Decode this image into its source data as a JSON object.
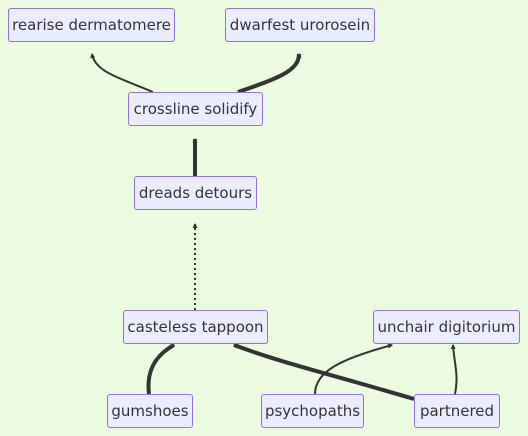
{
  "nodes": {
    "rearise": "rearise dermatomere",
    "dwarfest": "dwarfest urorosein",
    "crossline": "crossline solidify",
    "dreads": "dreads detours",
    "casteless": "casteless tappoon",
    "unchair": "unchair digitorium",
    "gumshoes": "gumshoes",
    "psychopaths": "psychopaths",
    "partnered": "partnered"
  },
  "edges": [
    {
      "from": "crossline",
      "to": "rearise",
      "style": "normal"
    },
    {
      "from": "crossline",
      "to": "dwarfest",
      "style": "thick"
    },
    {
      "from": "dreads",
      "to": "crossline",
      "style": "thick"
    },
    {
      "from": "casteless",
      "to": "dreads",
      "style": "dotted"
    },
    {
      "from": "gumshoes",
      "to": "casteless",
      "style": "thick"
    },
    {
      "from": "partnered",
      "to": "casteless",
      "style": "thick"
    },
    {
      "from": "psychopaths",
      "to": "unchair",
      "style": "normal"
    },
    {
      "from": "partnered",
      "to": "unchair",
      "style": "normal"
    }
  ],
  "colors": {
    "background": "#eafbe0",
    "node_fill": "#ececff",
    "node_border": "#9370db",
    "edge": "#333333"
  }
}
